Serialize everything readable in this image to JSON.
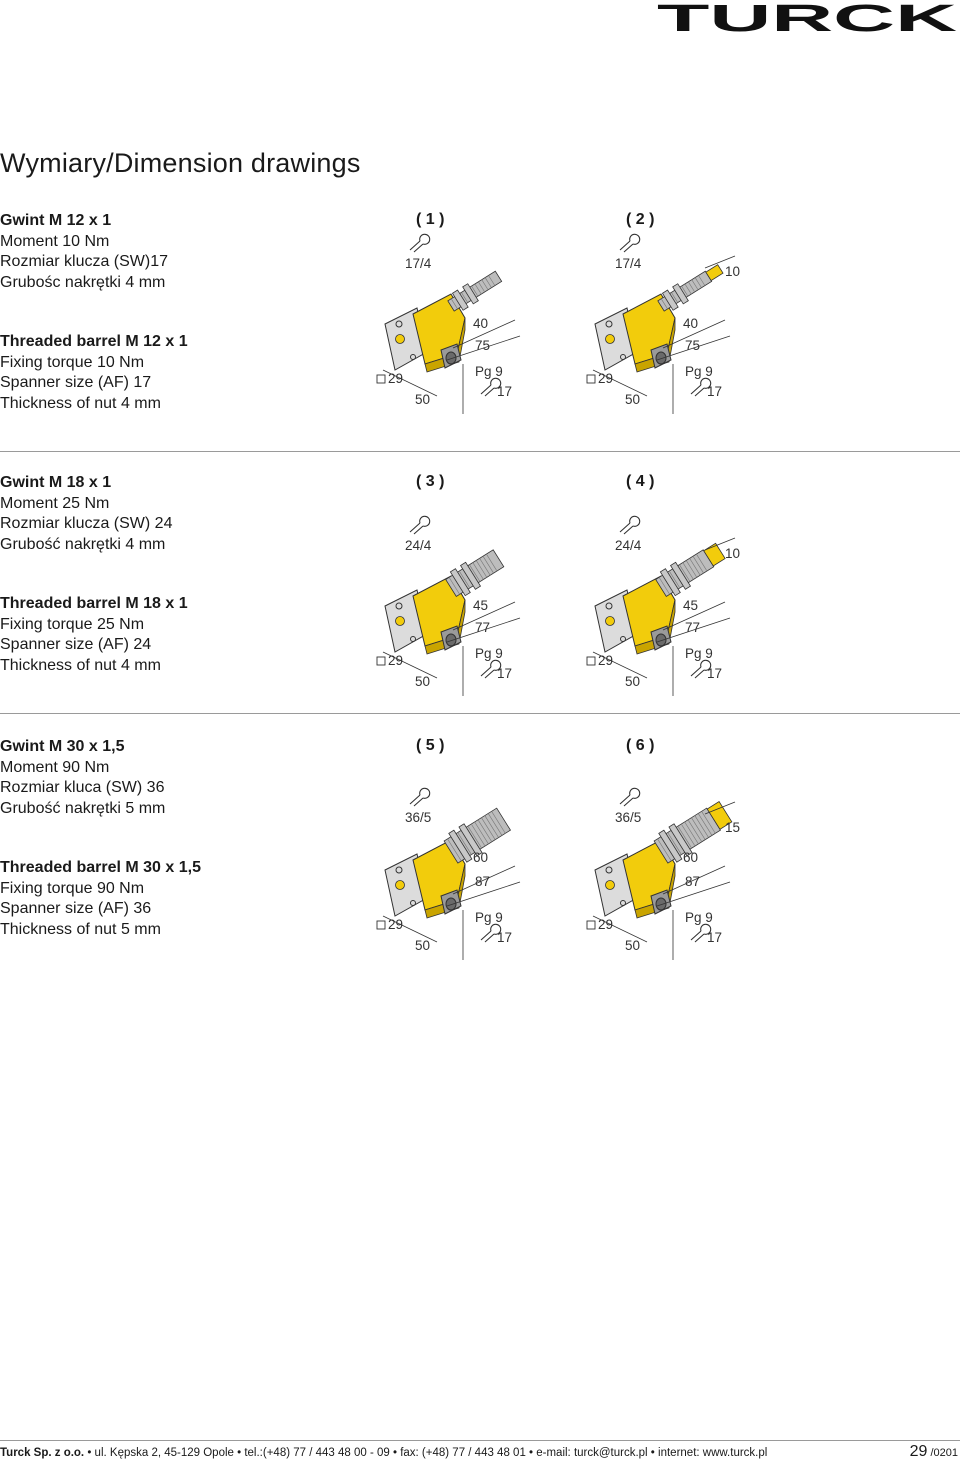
{
  "header": {
    "logo_text": "TURCK",
    "logo_color": "#111111"
  },
  "title": "Wymiary/Dimension drawings",
  "colors": {
    "housing": "#f2cc0c",
    "housing_dark": "#c9a400",
    "plate": "#dcdcdc",
    "thread": "#bdbdbd",
    "line": "#333333"
  },
  "sections": [
    {
      "pl": [
        "Gwint M 12 x 1",
        "Moment 10 Nm",
        "Rozmiar klucza (SW)17",
        "Grubośc nakrętki 4 mm"
      ],
      "en": [
        "Threaded barrel M 12 x 1",
        "Fixing torque 10 Nm",
        "Spanner size (AF) 17",
        "Thickness of nut 4 mm"
      ],
      "figures": [
        {
          "label": "( 1 )",
          "spanner": "17/4",
          "d1": "40",
          "d2": "75",
          "square": "29",
          "width": "50",
          "thread": "Pg 9",
          "wrench": "17",
          "ext": ""
        },
        {
          "label": "( 2 )",
          "spanner": "17/4",
          "d1": "40",
          "d2": "75",
          "square": "29",
          "width": "50",
          "thread": "Pg 9",
          "wrench": "17",
          "ext": "10"
        }
      ]
    },
    {
      "pl": [
        "Gwint M 18 x 1",
        "Moment 25 Nm",
        "Rozmiar klucza (SW) 24",
        "Grubość nakrętki 4 mm"
      ],
      "en": [
        "Threaded barrel M 18 x 1",
        "Fixing torque 25 Nm",
        "Spanner size (AF) 24",
        "Thickness of nut 4 mm"
      ],
      "figures": [
        {
          "label": "( 3 )",
          "spanner": "24/4",
          "d1": "45",
          "d2": "77",
          "square": "29",
          "width": "50",
          "thread": "Pg 9",
          "wrench": "17",
          "ext": ""
        },
        {
          "label": "( 4 )",
          "spanner": "24/4",
          "d1": "45",
          "d2": "77",
          "square": "29",
          "width": "50",
          "thread": "Pg 9",
          "wrench": "17",
          "ext": "10"
        }
      ]
    },
    {
      "pl": [
        "Gwint M 30 x 1,5",
        "Moment 90 Nm",
        "Rozmiar kluca (SW) 36",
        "Grubość nakrętki 5 mm"
      ],
      "en": [
        "Threaded barrel M 30 x 1,5",
        "Fixing torque 90 Nm",
        "Spanner size (AF) 36",
        "Thickness of nut 5 mm"
      ],
      "figures": [
        {
          "label": "( 5 )",
          "spanner": "36/5",
          "d1": "60",
          "d2": "87",
          "square": "29",
          "width": "50",
          "thread": "Pg 9",
          "wrench": "17",
          "ext": ""
        },
        {
          "label": "( 6 )",
          "spanner": "36/5",
          "d1": "60",
          "d2": "87",
          "square": "29",
          "width": "50",
          "thread": "Pg 9",
          "wrench": "17",
          "ext": "15"
        }
      ]
    }
  ],
  "footer": {
    "company": "Turck Sp. z o.o.",
    "details": " • ul. Kępska 2, 45-129 Opole • tel.:(+48) 77 / 443 48 00 - 09 • fax: (+48) 77 / 443 48 01 • e-mail: turck@turck.pl • internet: www.turck.pl",
    "page": "29",
    "page_suffix": " /0201"
  }
}
